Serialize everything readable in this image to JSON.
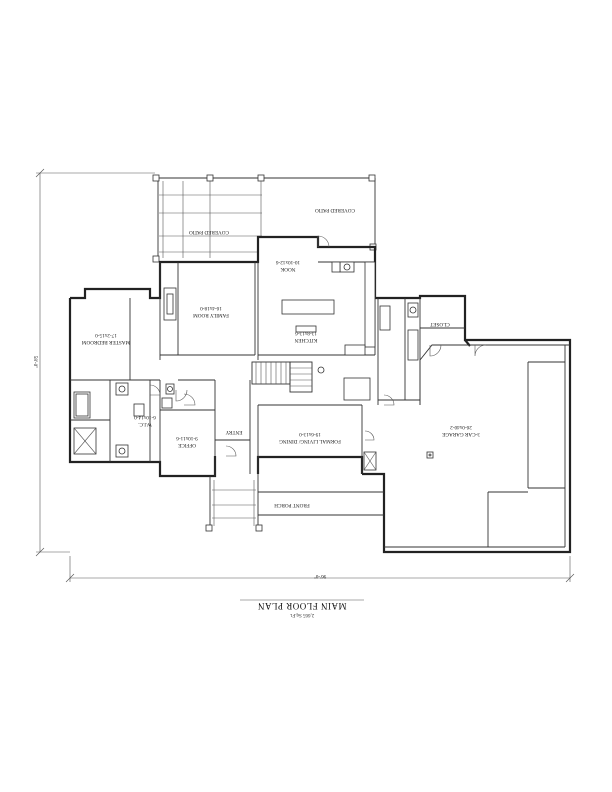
{
  "plan": {
    "title": "MAIN FLOOR PLAN",
    "subtitle": "2,665 Sq.Ft.",
    "width_dimension": "96'-0\"",
    "depth_dimension": "58'-0\""
  },
  "rooms": {
    "covered_patio_left": {
      "name": "COVERED PATIO",
      "size": ""
    },
    "covered_patio_right": {
      "name": "COVERED PATIO",
      "size": ""
    },
    "nook": {
      "name": "NOOK",
      "size": "10-10x12-6"
    },
    "family_room": {
      "name": "FAMILY ROOM",
      "size": "16-4x18-0"
    },
    "kitchen": {
      "name": "KITCHEN",
      "size": "13-8x13-6"
    },
    "master_bedroom": {
      "name": "MASTER BEDROOM",
      "size": "17-2x15-0"
    },
    "wic": {
      "name": "W.I.C.",
      "size": "6-10x14-0"
    },
    "office": {
      "name": "OFFICE",
      "size": "9-10x11-6"
    },
    "entry": {
      "name": "ENTRY",
      "size": ""
    },
    "formal_living_dining": {
      "name": "FORMAL LIVING/ DINING",
      "size": "19-6x13-0"
    },
    "closet": {
      "name": "CLOSET",
      "size": ""
    },
    "garage": {
      "name": "3-CAR GARAGE",
      "size": "26-0x40-2"
    },
    "front_porch": {
      "name": "FRONT PORCH",
      "size": ""
    }
  }
}
